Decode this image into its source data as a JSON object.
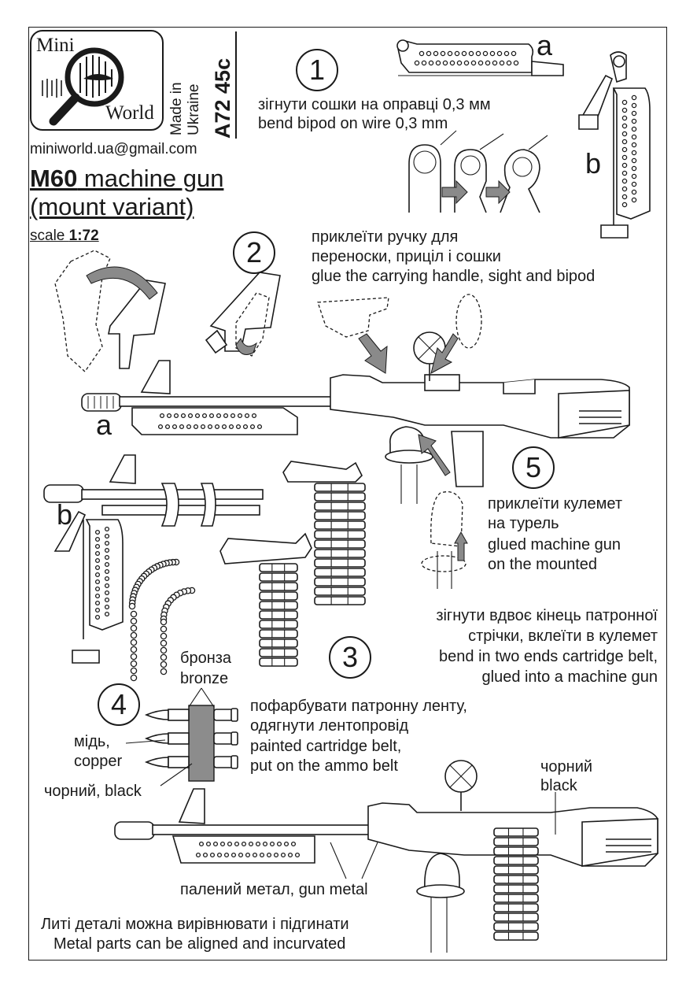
{
  "brand": {
    "line1": "Mini",
    "line2": "World"
  },
  "made_in": {
    "line1": "Made in",
    "line2": "Ukraine"
  },
  "catalog_code": "A72 45c",
  "email": "miniworld.ua@gmail.com",
  "title": {
    "model": "M60",
    "name": " machine gun",
    "variant": "(mount variant)"
  },
  "scale": {
    "label": "scale ",
    "value": "1:72"
  },
  "steps": [
    {
      "num": "1",
      "ua": "зігнути сошки на оправці 0,3 мм",
      "en": "bend bipod on wire 0,3 mm"
    },
    {
      "num": "2",
      "ua1": "приклеїти ручку для",
      "ua2": "переноски, приціл і сошки",
      "en": "glue the carrying handle, sight and bipod"
    },
    {
      "num": "3",
      "ua1": "зігнути вдвоє кінець патронної",
      "ua2": "стрічки, вклеїти в кулемет",
      "en1": "bend in two ends cartridge belt,",
      "en2": "glued into a machine gun"
    },
    {
      "num": "4",
      "ua1": "пофарбувати патронну ленту,",
      "ua2": "одягнути лентопровід",
      "en1": "painted cartridge belt,",
      "en2": "put on the ammo belt"
    },
    {
      "num": "5",
      "ua1": "приклеїти кулемет",
      "ua2": "на турель",
      "en1": "glued machine gun",
      "en2": "on the mounted"
    }
  ],
  "part_labels": {
    "a": "a",
    "b": "b"
  },
  "colors": {
    "bronze_ua": "бронза",
    "bronze_en": "bronze",
    "copper_ua": "мідь,",
    "copper_en": "copper",
    "black_ua": "чорний, black",
    "black2_ua": "чорний",
    "black2_en": "black",
    "gunmetal": "палений метал, gun metal"
  },
  "footer": {
    "ua": "Литі деталі можна вирівнювати і підгинати",
    "en": "Metal parts can be aligned and incurvated"
  }
}
